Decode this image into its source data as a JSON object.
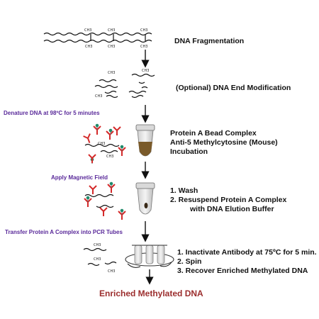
{
  "steps": {
    "fragmentation": "DNA Fragmentation",
    "end_mod": "(Optional)  DNA End Modification",
    "bead_line1": "Protein A Bead Complex",
    "bead_line2": "Anti-5 Methylcytosine (Mouse)",
    "bead_line3": "Incubation",
    "wash_1": "1.   Wash",
    "wash_2": "2.   Resuspend Protein A Complex",
    "wash_3": "with DNA Elution Buffer",
    "final_1": "1. Inactivate Antibody at 75ºC for 5 min.",
    "final_2": "2. Spin",
    "final_3": "3. Recover Enriched Methylated DNA"
  },
  "notes": {
    "denature": "Denature DNA at 98ºC  for 5 minutes",
    "magnetic": "Apply Magnetic Field",
    "transfer": "Transfer Protein A Complex into PCR Tubes"
  },
  "result": "Enriched Methylated DNA",
  "molecule_label": "CH3",
  "icons": [
    "dna-strand",
    "antibody-y",
    "microtube",
    "pcr-tube-rack",
    "down-arrow"
  ],
  "colors": {
    "note": "#5a2a9a",
    "result": "#9b2d2d",
    "antibody": "#d42a2a",
    "antibody_tip": "#1e8a6a",
    "bead_liquid": "#7a5a2a"
  }
}
